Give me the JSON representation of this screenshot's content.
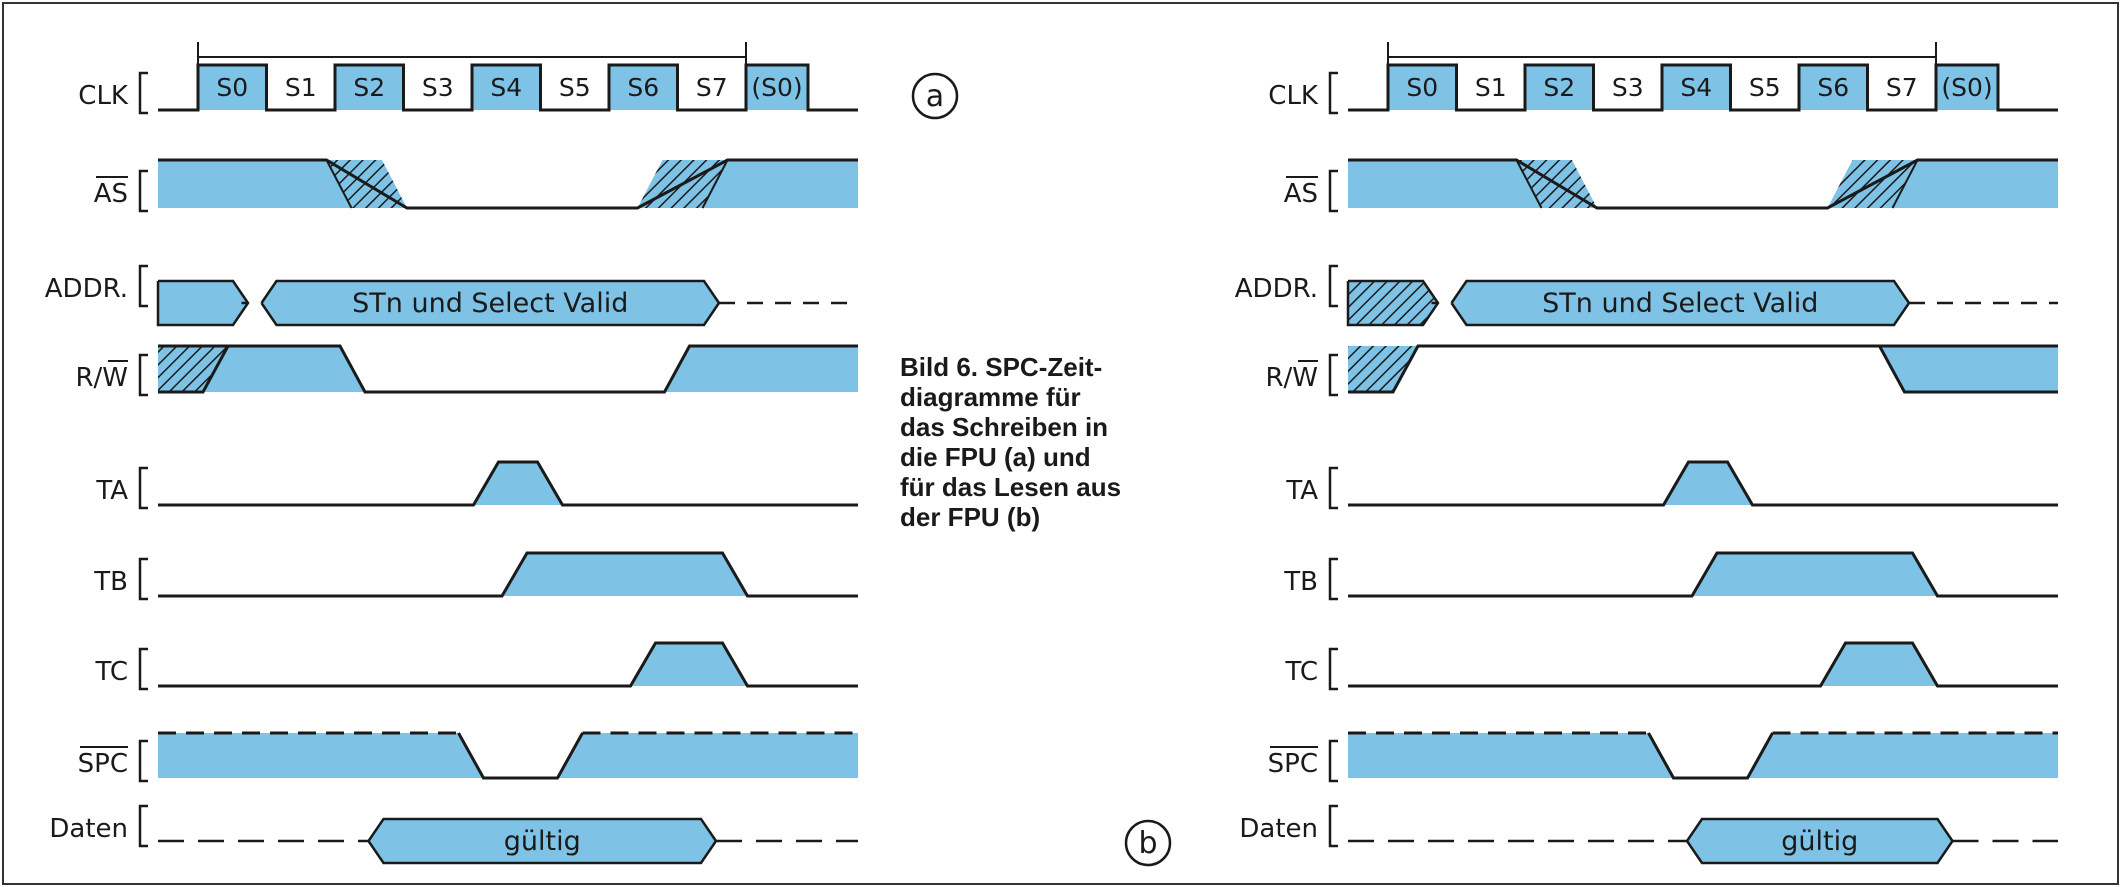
{
  "colors": {
    "fill": "#7ec3e6",
    "line": "#1a1a1a",
    "frame": "#333333",
    "background": "#ffffff"
  },
  "caption": {
    "lines": [
      "Bild 6. SPC-Zeit-",
      "diagramme für",
      "das Schreiben in",
      "die FPU (a) und",
      "für das Lesen aus",
      "der FPU (b)"
    ]
  },
  "signals": [
    "CLK",
    "AS",
    "ADDR.",
    "R/W",
    "TA",
    "TB",
    "TC",
    "SPC",
    "Daten"
  ],
  "overbar_signals": {
    "AS": "AS",
    "RW": "W",
    "SPC": "SPC"
  },
  "clock_states": [
    "S0",
    "S1",
    "S2",
    "S3",
    "S4",
    "S5",
    "S6",
    "S7",
    "(S0)"
  ],
  "panels": [
    {
      "id": "a",
      "marker": "a",
      "addr_label": "STn und Select Valid",
      "data_label": "gültig"
    },
    {
      "id": "b",
      "marker": "b",
      "addr_label": "STn und Select Valid",
      "data_label": "gültig"
    }
  ]
}
